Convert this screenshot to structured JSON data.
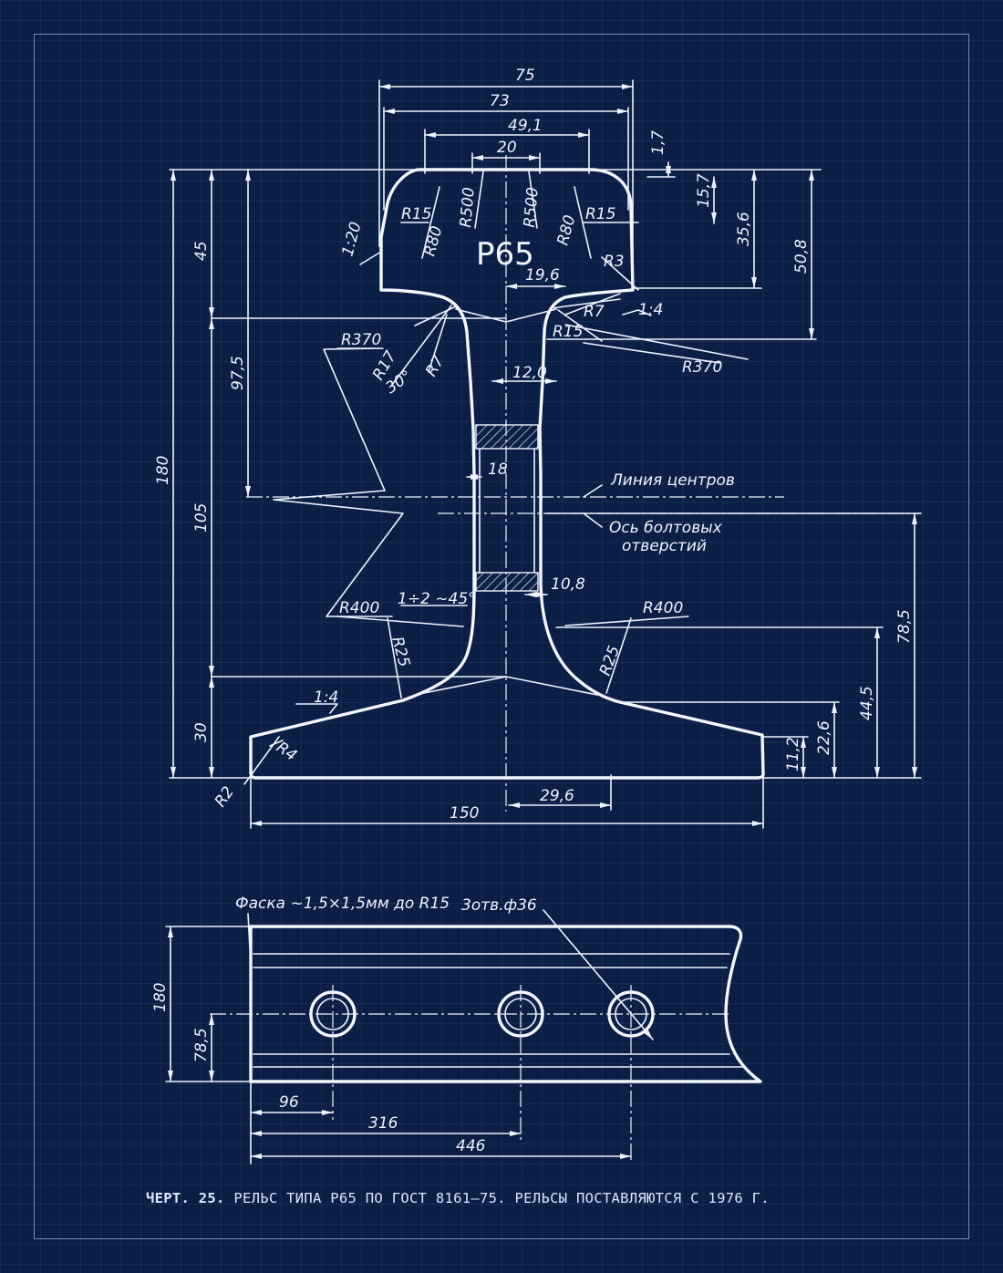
{
  "caption": {
    "prefix": "ЧЕРТ. 25.",
    "text": "РЕЛЬС ТИПА Р65 ПО ГОСТ 8161—75. РЕЛЬСЫ ПОСТАВЛЯЮТСЯ С 1976 Г."
  },
  "section": {
    "rail_type": "Р65",
    "dims": {
      "w75": "75",
      "w73": "73",
      "w49_1": "49,1",
      "w20": "20",
      "d1_7": "1,7",
      "d15_7": "15,7",
      "d35_6": "35,6",
      "d50_8": "50,8",
      "d19_6": "19,6",
      "d12_0": "12,0",
      "d18": "18",
      "d10_8": "10,8",
      "d29_6": "29,6",
      "d150": "150",
      "d180": "180",
      "d45": "45",
      "d97_5": "97,5",
      "d105": "105",
      "d30": "30",
      "d78_5": "78,5",
      "d44_5": "44,5",
      "d22_6": "22,6",
      "d11_2": "11,2"
    },
    "radii": {
      "r15_l": "R15",
      "r15_r": "R15",
      "r80_l": "R80",
      "r80_r": "R80",
      "r500_l": "R500",
      "r500_r": "R500",
      "r3": "R3",
      "r7_l": "R7",
      "r7_r": "R7",
      "r15_neck": "R15",
      "r17": "R17",
      "r370_l": "R370",
      "r370_r": "R370",
      "r400_l": "R400",
      "r400_r": "R400",
      "r25_l": "R25",
      "r25_r": "R25",
      "r4": "R4",
      "r2": "R2"
    },
    "notes": {
      "slope_head": "1:20",
      "slope_1_4_r": "1:4",
      "slope_1_4_l": "1:4",
      "angle30": "30°",
      "chamfer": "1÷2 ~45°",
      "centers_line": "Линия центров",
      "bolt_axis_1": "Ось болтовых",
      "bolt_axis_2": "отверстий"
    }
  },
  "side_view": {
    "chamfer_note": "Фаска ~1,5×1,5мм до R15",
    "holes_note": "3отв.ф36",
    "dims": {
      "h180": "180",
      "h78_5": "78,5",
      "s96": "96",
      "s316": "316",
      "s446": "446"
    }
  }
}
